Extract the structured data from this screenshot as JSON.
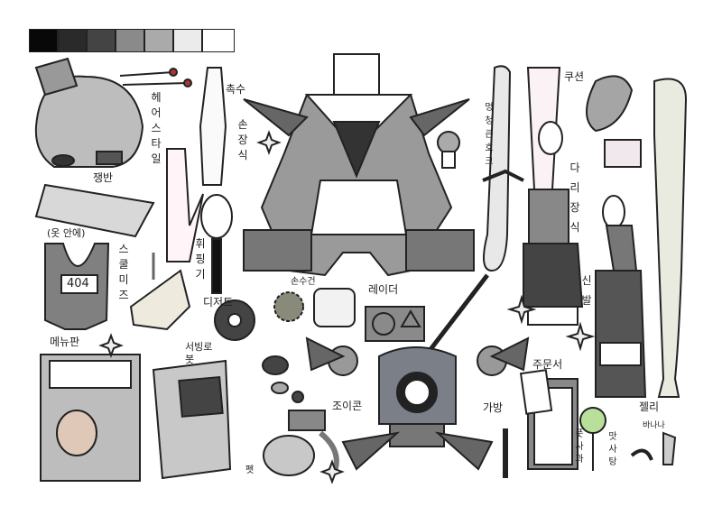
{
  "palette": [
    "#080808",
    "#2a2a2a",
    "#444444",
    "#8a8a8a",
    "#aaaaaa",
    "#ebebeb",
    "#ffffff"
  ],
  "labels": {
    "hairstyle": "헤어스타일",
    "tentacle": "촉수",
    "hand_accessory": "손장식",
    "tray": "쟁반",
    "inside_clothes": "(옷 안에)",
    "school_swimsuit": "스쿨미즈",
    "swimsuit_tag": "404",
    "whisk": "휘핑기",
    "dessert": "디저트",
    "menu_board": "메뉴판",
    "serving_robot": "서빙로봇",
    "dumb_hawk": "멍청큰호크",
    "cushion": "쿠션",
    "leg_accessory": "다리장식",
    "shoes": "신발",
    "handkerchief": "손수건",
    "radar": "레이더",
    "joycon": "조이콘",
    "bag": "가방",
    "order_sheet": "주문서",
    "pet": "펫",
    "green_apple": "풋사과",
    "lollipop": "맛사탕",
    "jelly": "젤리",
    "banana": "바나나"
  }
}
